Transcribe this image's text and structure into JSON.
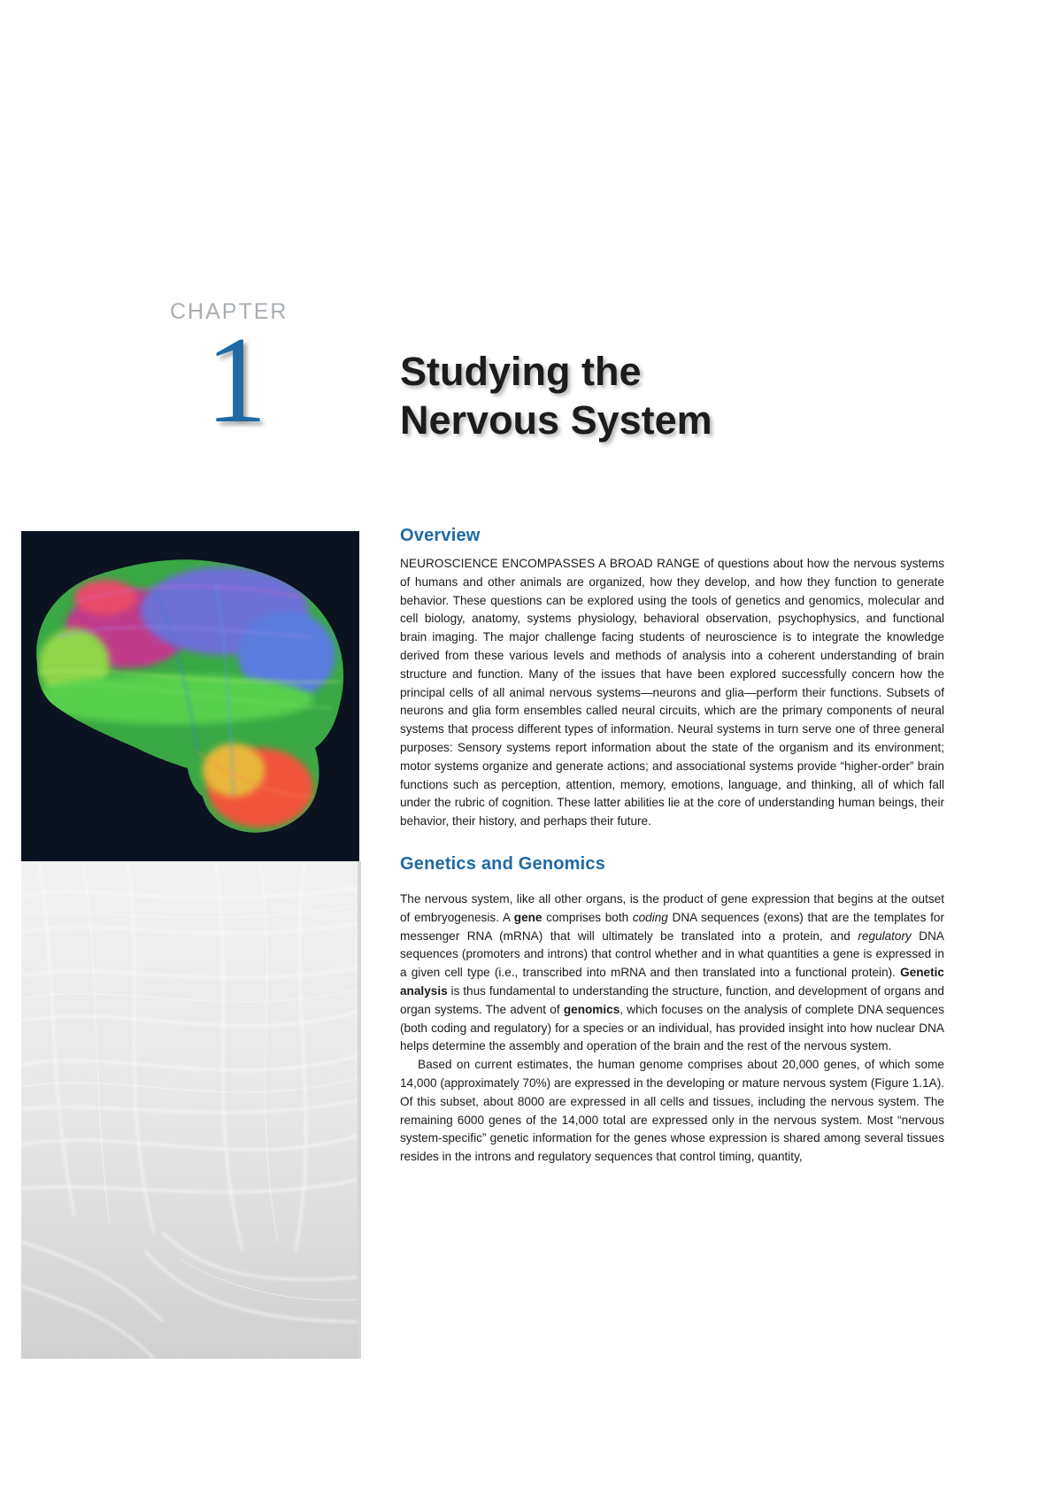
{
  "chapter": {
    "label": "CHAPTER",
    "number": "1",
    "title_line1": "Studying the",
    "title_line2": "Nervous System"
  },
  "overview": {
    "heading": "Overview",
    "lead": "NEUROSCIENCE ENCOMPASSES A BROAD RANGE",
    "text": " of questions about how the nervous systems of humans and other animals are organized, how they develop, and how they function to generate behavior. These questions can be explored using the tools of genetics and genomics, molecular and cell biology, anatomy, systems physiology, behavioral observation, psychophysics, and functional brain imaging. The major challenge facing students of neuroscience is to integrate the knowledge derived from these various levels and methods of analysis into a coherent understanding of brain structure and function. Many of the issues that have been explored successfully concern how the principal cells of all animal nervous systems—neurons and glia—perform their functions. Subsets of neurons and glia form ensembles called neural circuits, which are the primary components of neural systems that process different types of information. Neural systems in turn serve one of three general purposes: Sensory systems report information about the state of the organism and its environment; motor systems organize and generate actions; and associational systems provide “higher-order” brain functions such as perception, attention, memory, emotions, language, and thinking, all of which fall under the rubric of cognition. These latter abilities lie at the core of understanding human beings, their behavior, their history, and perhaps their future."
  },
  "genetics": {
    "heading": "Genetics and Genomics",
    "p1": {
      "s1": "The nervous system, like all other organs, is the product of gene expression that begins at the outset of embryogenesis. A ",
      "t_gene": "gene",
      "s2": " comprises both ",
      "t_coding": "coding",
      "s3": " DNA sequences (exons) that are the templates for messenger RNA (mRNA) that will ultimately be translated into a protein, and ",
      "t_regulatory": "regulatory",
      "s4": " DNA sequences (promoters and introns) that control whether and in what quantities a gene is expressed in a given cell type (i.e., transcribed into mRNA and then translated into a functional protein). ",
      "t_genetic_analysis": "Genetic analysis",
      "s5": " is thus fundamental to understanding the structure, function, and development of organs and organ systems. The advent of ",
      "t_genomics": "genomics",
      "s6": ", which focuses on the analysis of complete DNA sequences (both coding and regulatory) for a species or an individual, has provided insight into how nuclear DNA helps determine the assembly and operation of the brain and the rest of the nervous system."
    },
    "p2": "Based on current estimates, the human genome comprises about 20,000 genes, of which some 14,000 (approximately 70%) are expressed in the developing or mature nervous system (Figure 1.1A). Of this subset, about 8000 are expressed in all cells and tissues, including the nervous system. The remaining 6000 genes of the 14,000 total are expressed only in the nervous system. Most “nervous system-specific” genetic information for the genes whose expression is shared among several tissues resides in the introns and regulatory sequences that control timing, quantity,"
  },
  "colors": {
    "accent_blue": "#1f6aa6",
    "chapter_label_gray": "#a9aeb3"
  }
}
